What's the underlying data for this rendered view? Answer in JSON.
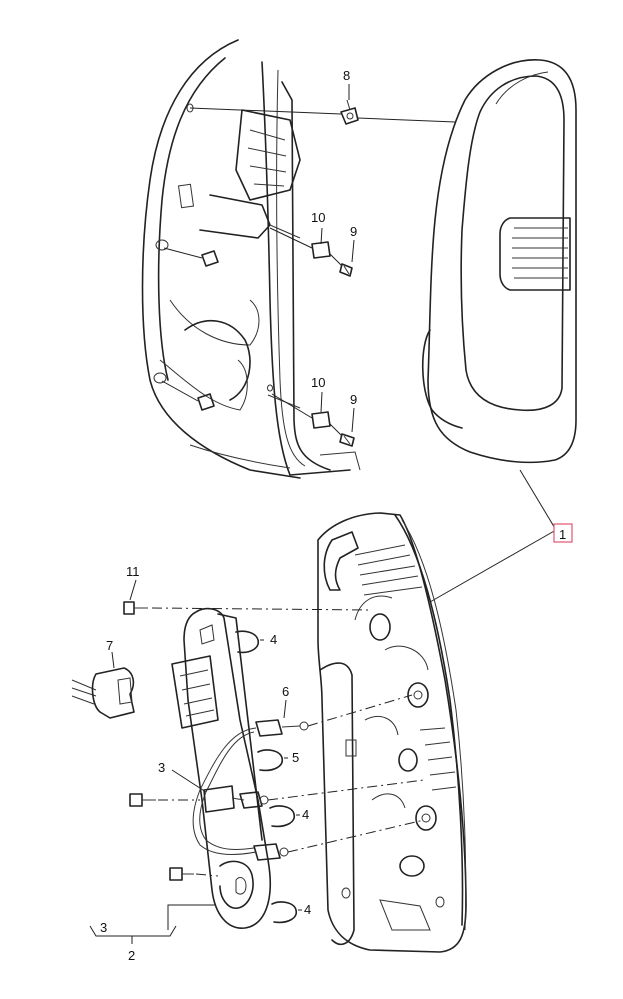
{
  "callouts": {
    "c1": "1",
    "c2": "2",
    "c3a": "3",
    "c3b": "3",
    "c4a": "4",
    "c4b": "4",
    "c4c": "4",
    "c5": "5",
    "c6": "6",
    "c7": "7",
    "c8": "8",
    "c9a": "9",
    "c9b": "9",
    "c10a": "10",
    "c10b": "10",
    "c11": "11"
  },
  "colors": {
    "line": "#222222",
    "highlight_border": "#e0556e",
    "background": "#ffffff"
  }
}
